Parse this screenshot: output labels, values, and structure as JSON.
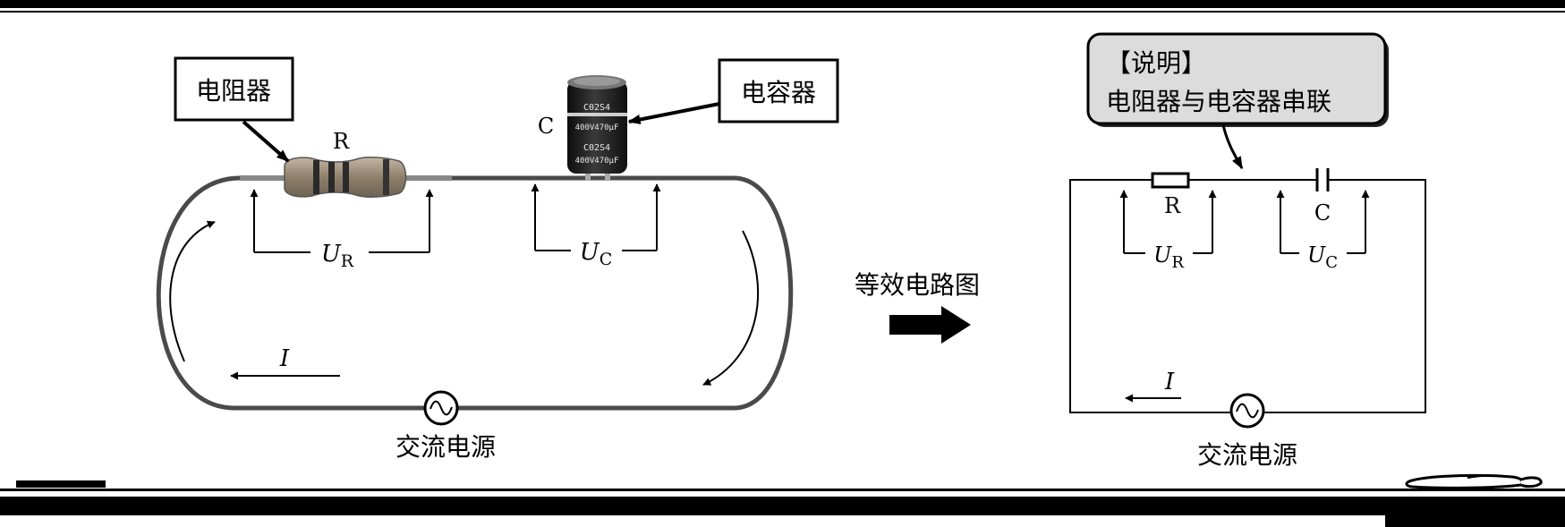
{
  "colors": {
    "ink": "#000000",
    "wire": "#4a4a4a",
    "resistor_body": "#9a8a74",
    "capacitor_body": "#1e1e1e",
    "note_fill": "#dcdcdc"
  },
  "left_figure": {
    "resistor_label_box": "电阻器",
    "capacitor_label_box": "电容器",
    "resistor_symbol": "R",
    "capacitor_symbol": "C",
    "capacitor_print": [
      "C02S4",
      "400V470μF"
    ],
    "voltage_R": {
      "main": "U",
      "sub": "R"
    },
    "voltage_C": {
      "main": "U",
      "sub": "C"
    },
    "current": "I",
    "source_label": "交流电源"
  },
  "middle": {
    "equivalent_label": "等效电路图"
  },
  "right_figure": {
    "note_title": "【说明】",
    "note_text": "电阻器与电容器串联",
    "resistor_symbol": "R",
    "capacitor_symbol": "C",
    "voltage_R": {
      "main": "U",
      "sub": "R"
    },
    "voltage_C": {
      "main": "U",
      "sub": "C"
    },
    "current": "I",
    "source_label": "交流电源"
  },
  "icons": {
    "ac_source": "ac-source-icon",
    "arrow_right": "thick-right-arrow-icon",
    "pen": "pen-icon"
  }
}
